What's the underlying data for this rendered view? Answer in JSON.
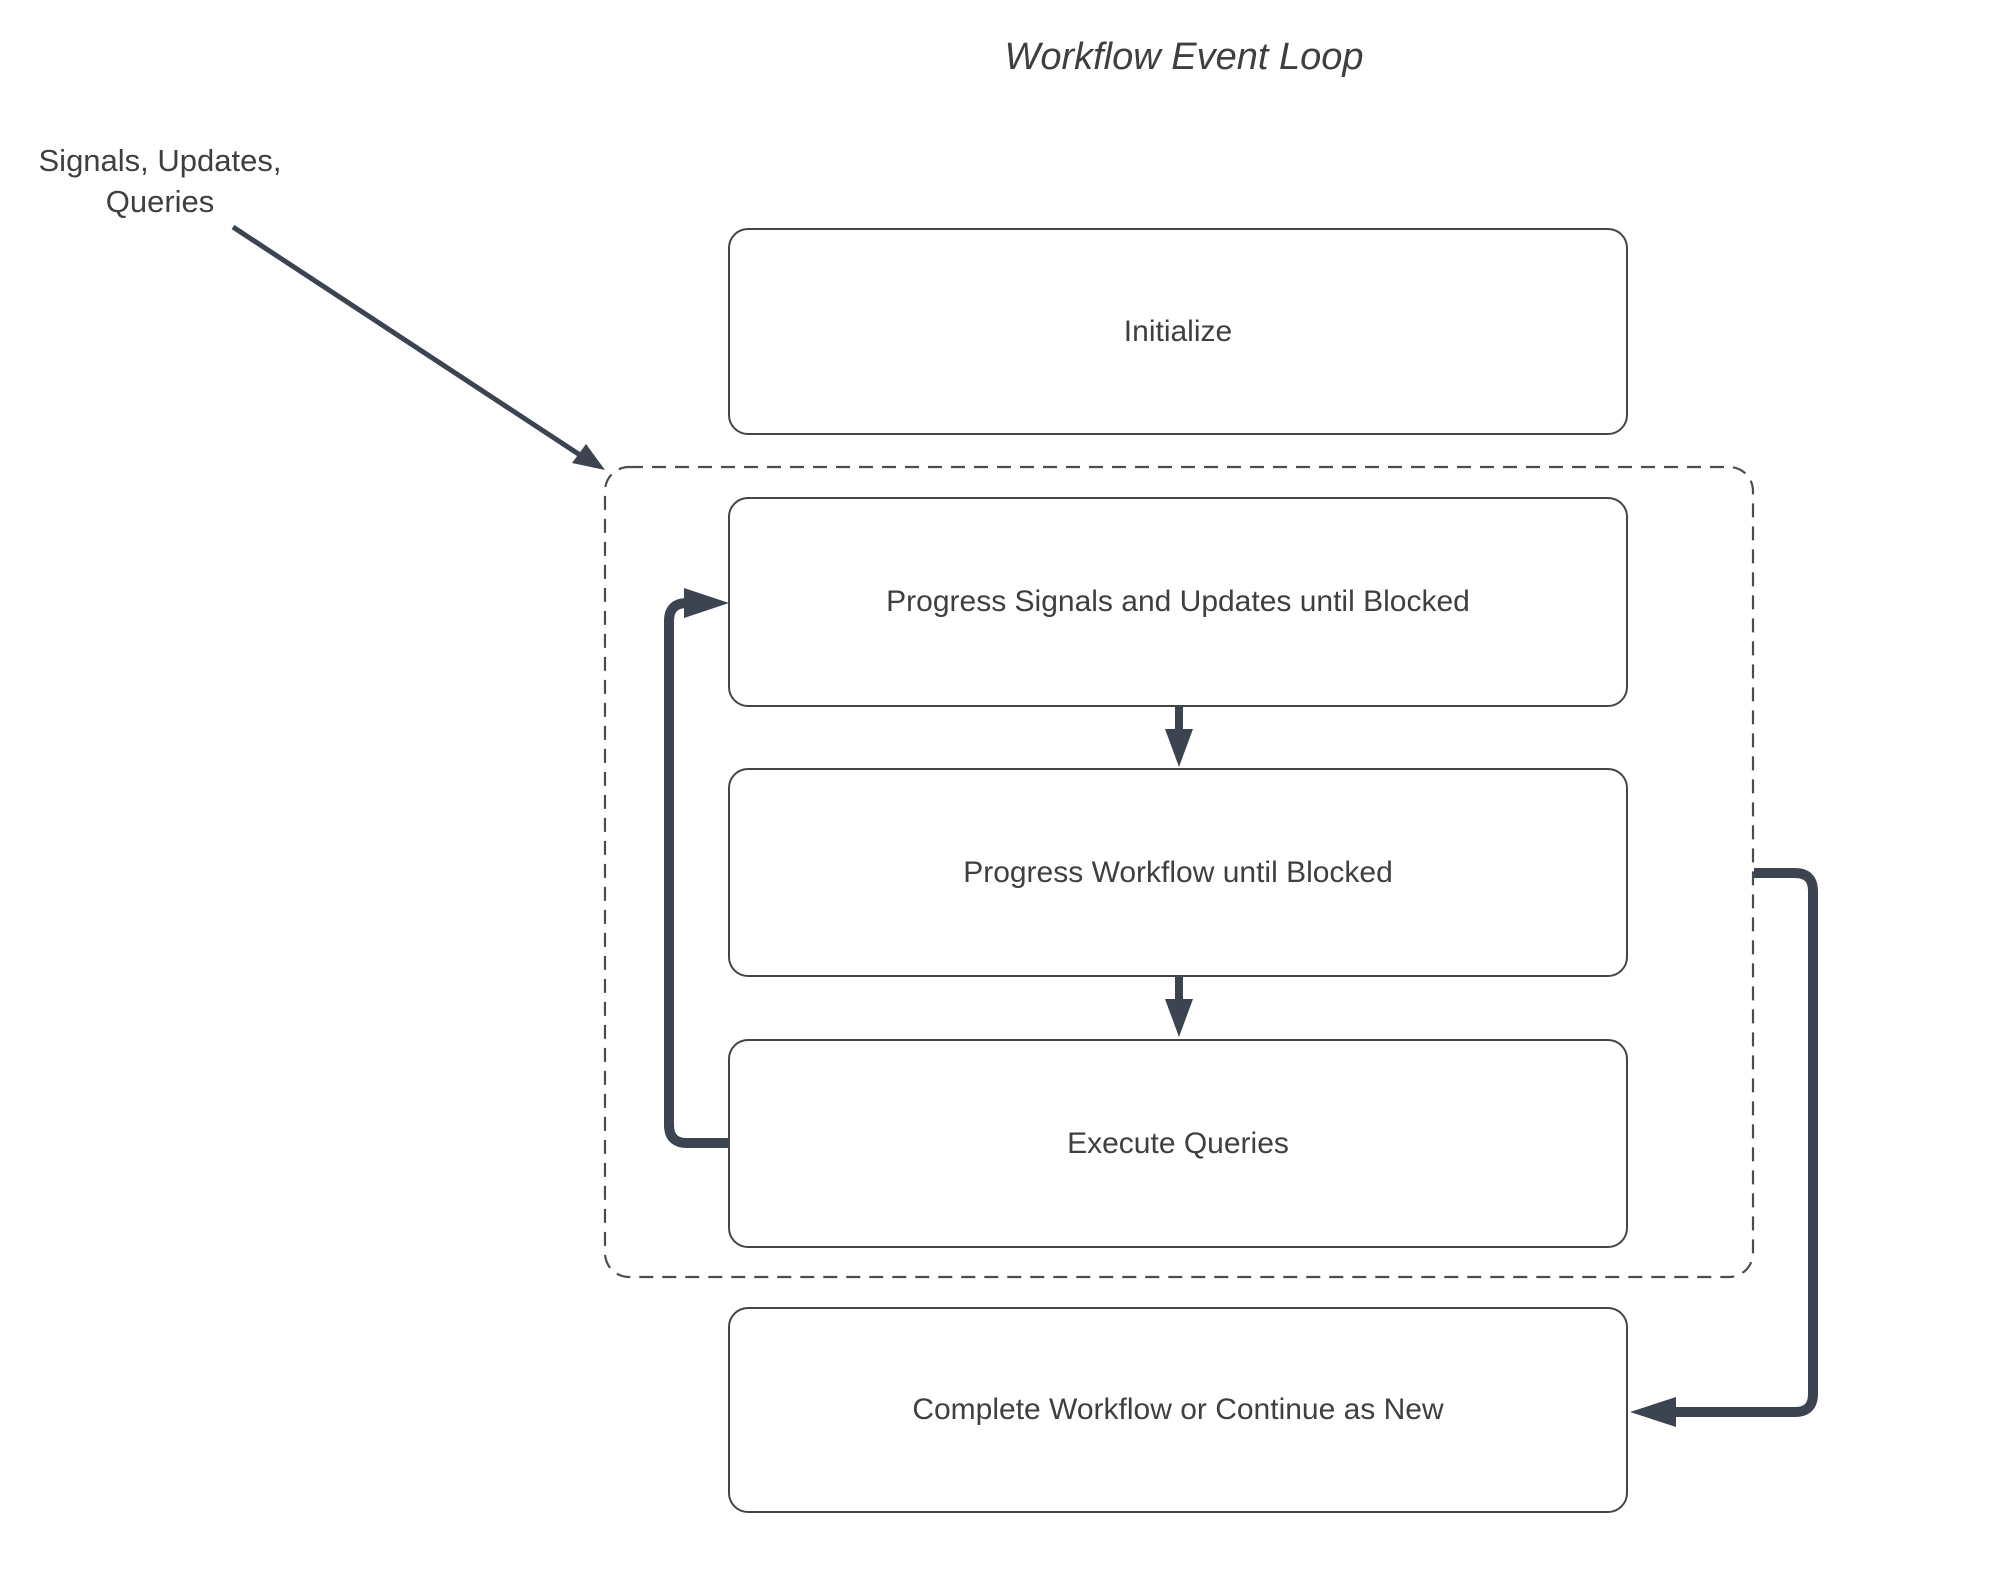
{
  "title": "Workflow Event Loop",
  "annotation": {
    "label": "Signals, Updates,\nQueries"
  },
  "diagram": {
    "nodes": [
      {
        "id": "initialize",
        "label": "Initialize"
      },
      {
        "id": "progress-signals",
        "label": "Progress Signals and Updates until Blocked"
      },
      {
        "id": "progress-workflow",
        "label": "Progress Workflow until Blocked"
      },
      {
        "id": "execute-queries",
        "label": "Execute Queries"
      },
      {
        "id": "complete",
        "label": "Complete Workflow or Continue as New"
      }
    ],
    "edges": [
      {
        "from": "annotation",
        "to": "event-loop-group",
        "name": "signals-input-arrow"
      },
      {
        "from": "progress-signals",
        "to": "progress-workflow",
        "name": "flow-arrow-1"
      },
      {
        "from": "progress-workflow",
        "to": "execute-queries",
        "name": "flow-arrow-2"
      },
      {
        "from": "execute-queries",
        "to": "progress-signals",
        "name": "loop-back-arrow"
      },
      {
        "from": "event-loop-group",
        "to": "complete",
        "name": "continue-arrow"
      }
    ]
  },
  "colors": {
    "arrow": "#3d4451",
    "box_border": "#454545",
    "dashed_border": "#4c4c4c",
    "text": "#3f3f3f",
    "background": "#ffffff"
  }
}
